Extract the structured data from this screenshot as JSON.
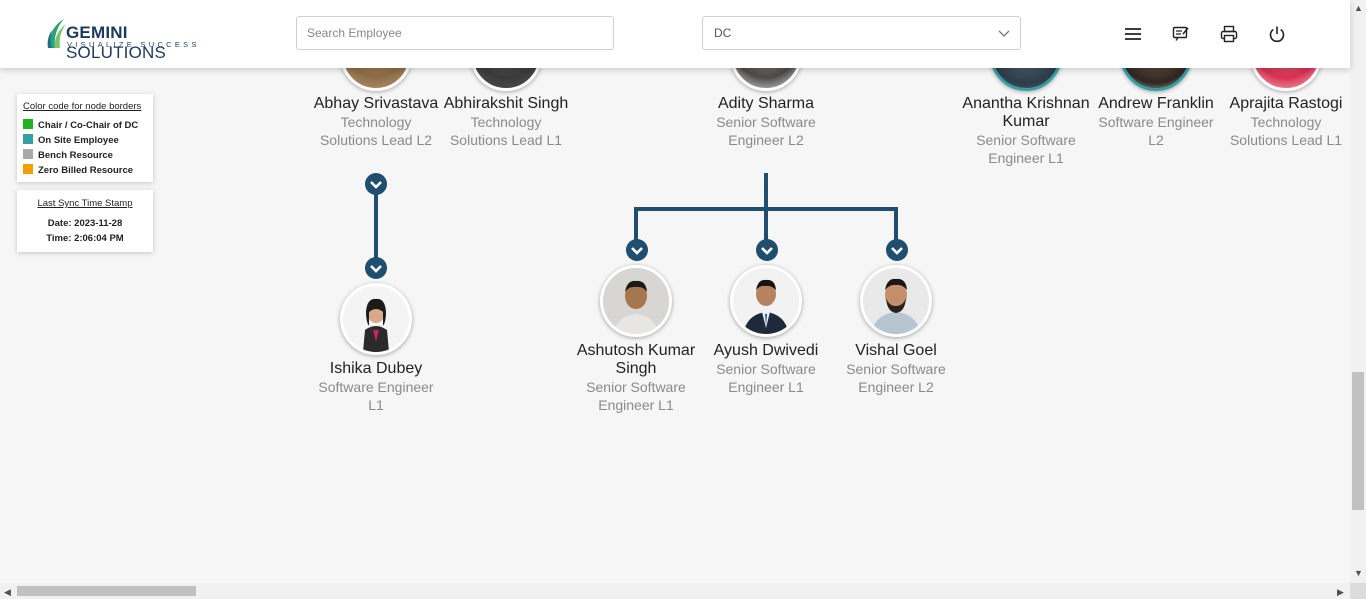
{
  "header": {
    "logo_brand": "GEMINI",
    "logo_brand2": "SOLUTIONS",
    "logo_tagline": "VISUALIZE SUCCESS",
    "search_placeholder": "Search Employee",
    "dept_select_value": "DC",
    "icons": [
      "menu-icon",
      "feedback-icon",
      "print-icon",
      "power-icon"
    ]
  },
  "legend": {
    "title": "Color code for node borders",
    "items": [
      {
        "label": "Chair / Co-Chair of DC",
        "color": "#1fb324"
      },
      {
        "label": "On Site Employee",
        "color": "#34a0a4"
      },
      {
        "label": "Bench Resource",
        "color": "#a8a8a8"
      },
      {
        "label": "Zero Billed Resource",
        "color": "#f0a000"
      }
    ]
  },
  "sync": {
    "title": "Last Sync Time Stamp",
    "date": "Date: 2023-11-28",
    "time": "Time: 2:06:04 PM"
  },
  "top_row": [
    {
      "name": "Abhay Srivastava",
      "role": "Technology Solutions Lead L2"
    },
    {
      "name": "Abhirakshit Singh",
      "role": "Technology Solutions Lead L1"
    },
    {
      "name": "Adity Sharma",
      "role": "Senior Software Engineer L2"
    },
    {
      "name": "Anantha Krishnan Kumar",
      "role": "Senior Software Engineer L1"
    },
    {
      "name": "Andrew Franklin",
      "role": "Software Engineer L2"
    },
    {
      "name": "Aprajita Rastogi",
      "role": "Technology Solutions Lead L1"
    }
  ],
  "second_row": [
    {
      "name": "Ishika Dubey",
      "role": "Software Engineer L1"
    },
    {
      "name": "Ashutosh Kumar Singh",
      "role": "Senior Software Engineer L1"
    },
    {
      "name": "Ayush Dwivedi",
      "role": "Senior Software Engineer L1"
    },
    {
      "name": "Vishal Goel",
      "role": "Senior Software Engineer L2"
    }
  ],
  "colors": {
    "connector": "#1f4e6f",
    "onsite_border": "#34a0a4"
  }
}
